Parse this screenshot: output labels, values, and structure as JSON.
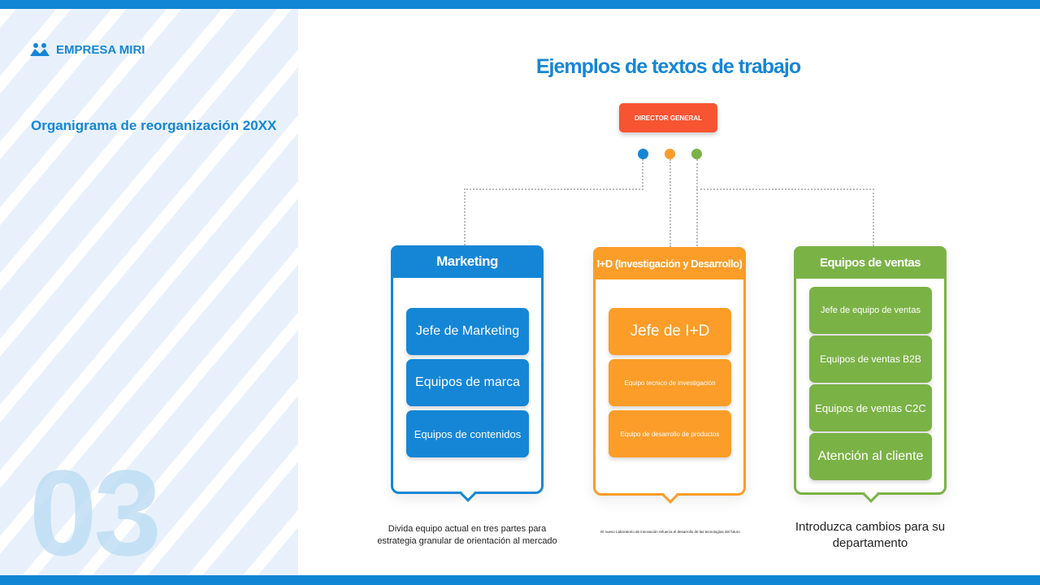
{
  "brand": {
    "name": "EMPRESA MIRI",
    "logo_icon": "people-icon"
  },
  "subtitle": "Organigrama de reorganización 20XX",
  "section_number": "03",
  "title": "Ejemplos de textos de trabajo",
  "director": "DIRECTOR GENERAL",
  "colors": {
    "blue": "#1586d6",
    "orange": "#fb9d28",
    "green": "#7bb246",
    "red": "#f75532"
  },
  "departments": [
    {
      "name": "Marketing",
      "items": [
        "Jefe de Marketing",
        "Equipos de marca",
        "Equipos de contenidos"
      ],
      "note": "Divida equipo actual en tres partes para estrategia granular de orientación al mercado"
    },
    {
      "name": "I+D (Investigación y Desarrollo)",
      "items": [
        "Jefe de I+D",
        "Equipo tecnico de investigación",
        "Equipo de desarrollo de productos"
      ],
      "note": "El nuevo Laboratorio de innovación refuerza el desarrollo de las tecnologías del futuro"
    },
    {
      "name": "Equipos de ventas",
      "items": [
        "Jefe de equipo de ventas",
        "Equipos de ventas B2B",
        "Equipos de ventas C2C",
        "Atención al cliente"
      ],
      "note": "Introduzca cambios para su departamento"
    }
  ]
}
